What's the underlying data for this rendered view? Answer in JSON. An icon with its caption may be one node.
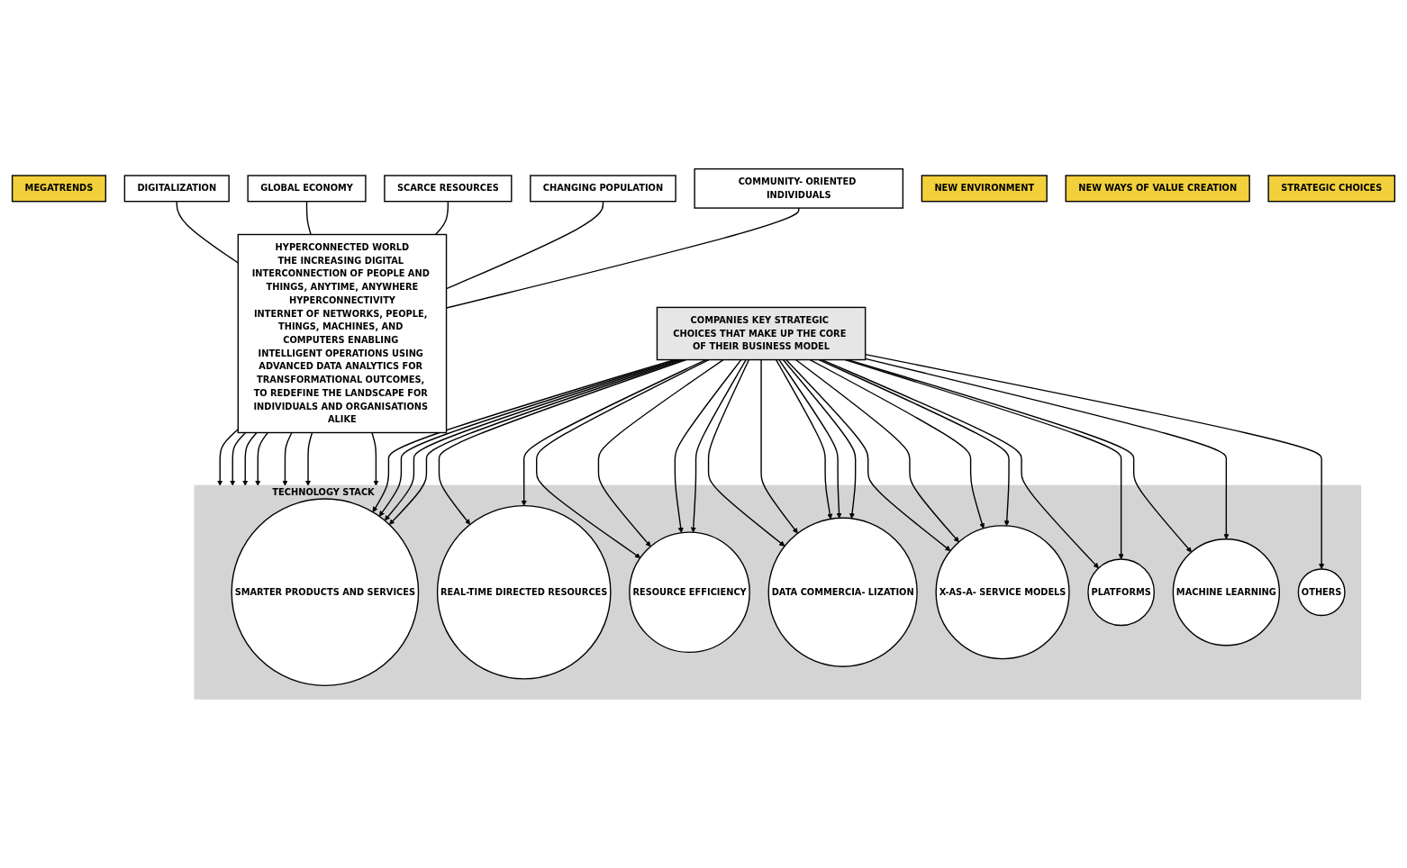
{
  "diagram": {
    "nodes": [
      {
        "text": [
          "MEGATRENDS"
        ]
      },
      {
        "text": [
          "DIGITALIZATION"
        ]
      },
      {
        "text": [
          "GLOBAL ECONOMY"
        ]
      },
      {
        "text": [
          "SCARCE RESOURCES"
        ]
      },
      {
        "text": [
          "CHANGING POPULATION"
        ]
      },
      {
        "text": [
          "COMMUNITY- ORIENTED INDIVIDUALS"
        ]
      },
      {
        "text": [
          "NEW ENVIRONMENT"
        ]
      },
      {
        "text": [
          "HYPERCONNECTED WORLD",
          "THE INCREASING DIGITAL INTERCONNECTION OF PEOPLE AND THINGS, ANYTIME, ANYWHERE",
          "HYPERCONNECTIVITY",
          "INTERNET OF NETWORKS, PEOPLE, THINGS, MACHINES, AND COMPUTERS ENABLING INTELLIGENT OPERATIONS USING ADVANCED DATA ANALYTICS FOR TRANSFORMATIONAL OUTCOMES, TO REDEFINE THE LANDSCAPE FOR INDIVIDUALS AND ORGANISATIONS ALIKE"
        ]
      },
      {
        "text": [
          "NEW WAYS OF VALUE CREATION"
        ]
      },
      {
        "text": [
          "TECHNOLOGY STACK"
        ]
      },
      {
        "text": [
          "SMARTER PRODUCTS AND SERVICES"
        ],
        "in": 9
      },
      {
        "text": [
          "REAL-TIME DIRECTED RESOURCES"
        ],
        "in": 9
      },
      {
        "text": [
          "RESOURCE EFFICIENCY"
        ],
        "in": 9
      },
      {
        "text": [
          "DATA COMMERCIA- LIZATION"
        ],
        "in": 9
      },
      {
        "text": [
          "X-AS-A- SERVICE MODELS"
        ],
        "in": 9
      },
      {
        "text": [
          "PLATFORMS"
        ],
        "in": 9
      },
      {
        "text": [
          "MACHINE LEARNING"
        ],
        "in": 9
      },
      {
        "text": [
          "OTHERS"
        ],
        "in": 9
      },
      {
        "text": [
          "STRATEGIC CHOICES"
        ]
      },
      {
        "text": [
          "COMPANIES KEY STRATEGIC CHOICES THAT MAKE UP THE CORE OF THEIR BUSINESS MODEL"
        ]
      }
    ],
    "edges": [
      {
        "from": 1,
        "to": 7,
        "arrow": "none"
      },
      {
        "from": 2,
        "to": 7,
        "arrow": "none"
      },
      {
        "from": 3,
        "to": 7,
        "arrow": "none"
      },
      {
        "from": 4,
        "to": 7,
        "arrow": "none"
      },
      {
        "from": 5,
        "to": 7,
        "arrow": "none"
      },
      {
        "from": 7,
        "to": 9,
        "arrow": "to"
      },
      {
        "from": 7,
        "to": 9,
        "arrow": "to"
      },
      {
        "from": 7,
        "to": 9,
        "arrow": "to"
      },
      {
        "from": 7,
        "to": 9,
        "arrow": "to"
      },
      {
        "from": 7,
        "to": 9,
        "arrow": "to"
      },
      {
        "from": 7,
        "to": 9,
        "arrow": "to"
      },
      {
        "from": 7,
        "to": 9,
        "arrow": "to"
      },
      {
        "from": 19,
        "to": 10,
        "arrow": "to"
      },
      {
        "from": 19,
        "to": 10,
        "arrow": "to"
      },
      {
        "from": 19,
        "to": 10,
        "arrow": "to"
      },
      {
        "from": 19,
        "to": 10,
        "arrow": "to"
      },
      {
        "from": 19,
        "to": 11,
        "arrow": "to"
      },
      {
        "from": 19,
        "to": 11,
        "arrow": "to"
      },
      {
        "from": 19,
        "to": 12,
        "arrow": "to"
      },
      {
        "from": 19,
        "to": 12,
        "arrow": "to"
      },
      {
        "from": 19,
        "to": 12,
        "arrow": "to"
      },
      {
        "from": 19,
        "to": 12,
        "arrow": "to"
      },
      {
        "from": 19,
        "to": 13,
        "arrow": "to"
      },
      {
        "from": 19,
        "to": 13,
        "arrow": "to"
      },
      {
        "from": 19,
        "to": 13,
        "arrow": "to"
      },
      {
        "from": 19,
        "to": 13,
        "arrow": "to"
      },
      {
        "from": 19,
        "to": 13,
        "arrow": "to"
      },
      {
        "from": 19,
        "to": 14,
        "arrow": "to"
      },
      {
        "from": 19,
        "to": 14,
        "arrow": "to"
      },
      {
        "from": 19,
        "to": 14,
        "arrow": "to"
      },
      {
        "from": 19,
        "to": 14,
        "arrow": "to"
      },
      {
        "from": 19,
        "to": 15,
        "arrow": "to"
      },
      {
        "from": 19,
        "to": 15,
        "arrow": "to"
      },
      {
        "from": 19,
        "to": 16,
        "arrow": "to"
      },
      {
        "from": 19,
        "to": 16,
        "arrow": "to"
      },
      {
        "from": 19,
        "to": 17,
        "arrow": "to"
      }
    ]
  }
}
